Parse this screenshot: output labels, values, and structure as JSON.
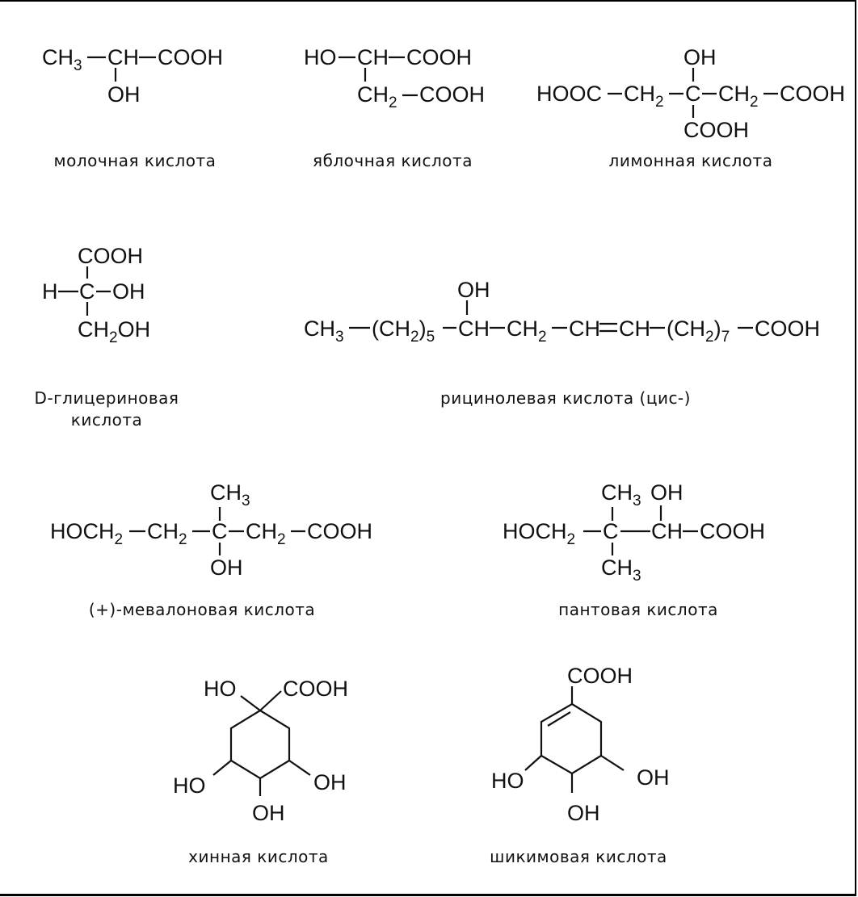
{
  "lactic": {
    "ch3": "CH3",
    "ch": "CH",
    "cooh": "COOH",
    "oh": "OH",
    "label": "молочная кислота"
  },
  "malic": {
    "ho": "HO",
    "ch": "CH",
    "cooh1": "COOH",
    "ch2": "CH2",
    "cooh2": "COOH",
    "label": "яблочная кислота"
  },
  "citric": {
    "oh": "OH",
    "hooc": "HOOC",
    "ch2a": "CH2",
    "c": "C",
    "ch2b": "CH2",
    "cooh_right": "COOH",
    "cooh_bottom": "COOH",
    "label": "лимонная кислота"
  },
  "glyceric": {
    "cooh": "COOH",
    "h": "H",
    "c": "C",
    "oh": "OH",
    "ch2oh": "CH2OH",
    "label_line1": "D-глицериновая",
    "label_line2": "кислота"
  },
  "ricinoleic": {
    "oh": "OH",
    "ch3": "CH3",
    "ch2_5": "(CH2)5",
    "ch": "CH",
    "ch2": "CH2",
    "ch_a": "CH",
    "ch_b": "CH",
    "ch2_7": "(CH2)7",
    "cooh": "COOH",
    "label": "рицинолевая кислота (цис-)"
  },
  "mevalonic": {
    "ch3": "CH3",
    "hoch2": "HOCH2",
    "ch2a": "CH2",
    "c": "C",
    "ch2b": "CH2",
    "cooh": "COOH",
    "oh": "OH",
    "label": "(+)-мевалоновая кислота"
  },
  "pantoic": {
    "ch3_top": "CH3",
    "oh_top": "OH",
    "hoch2": "HOCH2",
    "c": "C",
    "ch": "CH",
    "cooh": "COOH",
    "ch3_bottom": "CH3",
    "label": "пантовая кислота"
  },
  "quinic": {
    "ho_top": "HO",
    "cooh": "COOH",
    "ho_left": "HO",
    "oh_right": "OH",
    "oh_bottom": "OH",
    "label": "хинная кислота"
  },
  "shikimic": {
    "cooh": "COOH",
    "ho_left": "HO",
    "oh_right": "OH",
    "oh_bottom": "OH",
    "label": "шикимовая кислота"
  }
}
